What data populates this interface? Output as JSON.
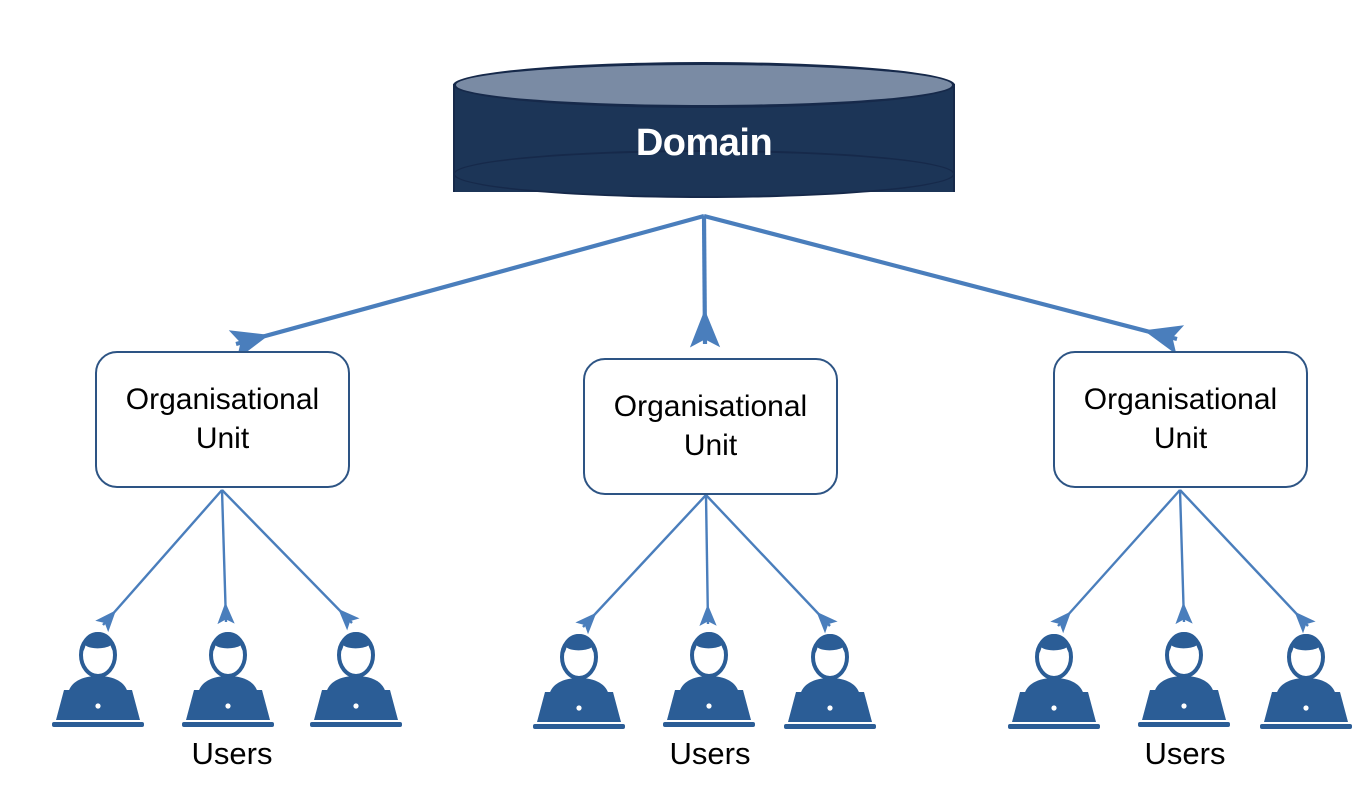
{
  "diagram": {
    "title_node": {
      "label": "Domain",
      "shape": "cylinder",
      "fill_color": "#1c3557",
      "top_face_color": "#7a8ba4",
      "text_color": "#ffffff"
    },
    "connector_color": "#4a7ebc",
    "box_border_color": "#2d5484",
    "icon_color": "#2b5d96",
    "org_units": [
      {
        "label": "Organisational Unit",
        "line1": "Organisational",
        "line2": "Unit",
        "users_label": "Users",
        "user_count": 3
      },
      {
        "label": "Organisational Unit",
        "line1": "Organisational",
        "line2": "Unit",
        "users_label": "Users",
        "user_count": 3
      },
      {
        "label": "Organisational Unit",
        "line1": "Organisational",
        "line2": "Unit",
        "users_label": "Users",
        "user_count": 3
      }
    ]
  }
}
